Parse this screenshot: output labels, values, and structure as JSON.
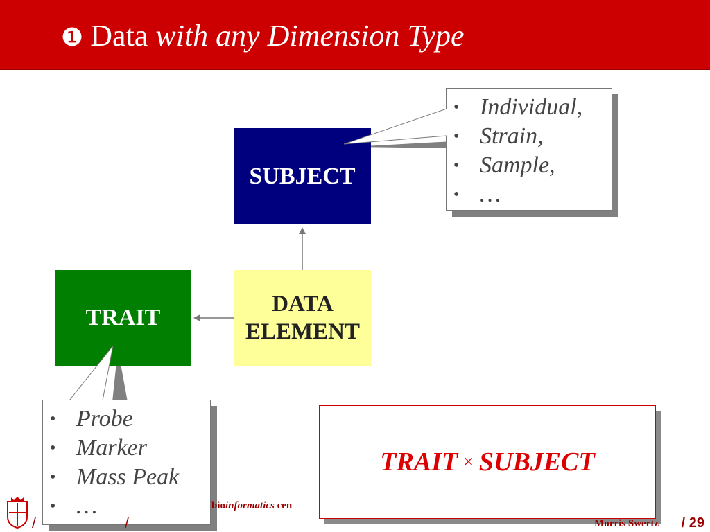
{
  "slide": {
    "title_bullet": "❶",
    "title_plain": "Data",
    "title_italic": "with any Dimension Type"
  },
  "diagram": {
    "subject_label": "SUBJECT",
    "trait_label": "TRAIT",
    "data_element_line1": "DATA",
    "data_element_line2": "ELEMENT",
    "subject_examples": [
      "Individual,",
      "Strain,",
      "Sample,",
      "…"
    ],
    "trait_examples": [
      "Probe",
      "Marker",
      "Mass Peak",
      "…"
    ],
    "formula_left": "TRAIT",
    "formula_operator": "×",
    "formula_right": "SUBJECT"
  },
  "footer": {
    "prefix": "bio",
    "italic": "informatics",
    "suffix": " cen",
    "author": "Morris Swertz",
    "page": "/ 29"
  },
  "colors": {
    "header_red": "#cc0000",
    "subject_blue": "#00007f",
    "trait_green": "#007f00",
    "element_yellow": "#ffff99",
    "formula_red": "#dd0000"
  }
}
